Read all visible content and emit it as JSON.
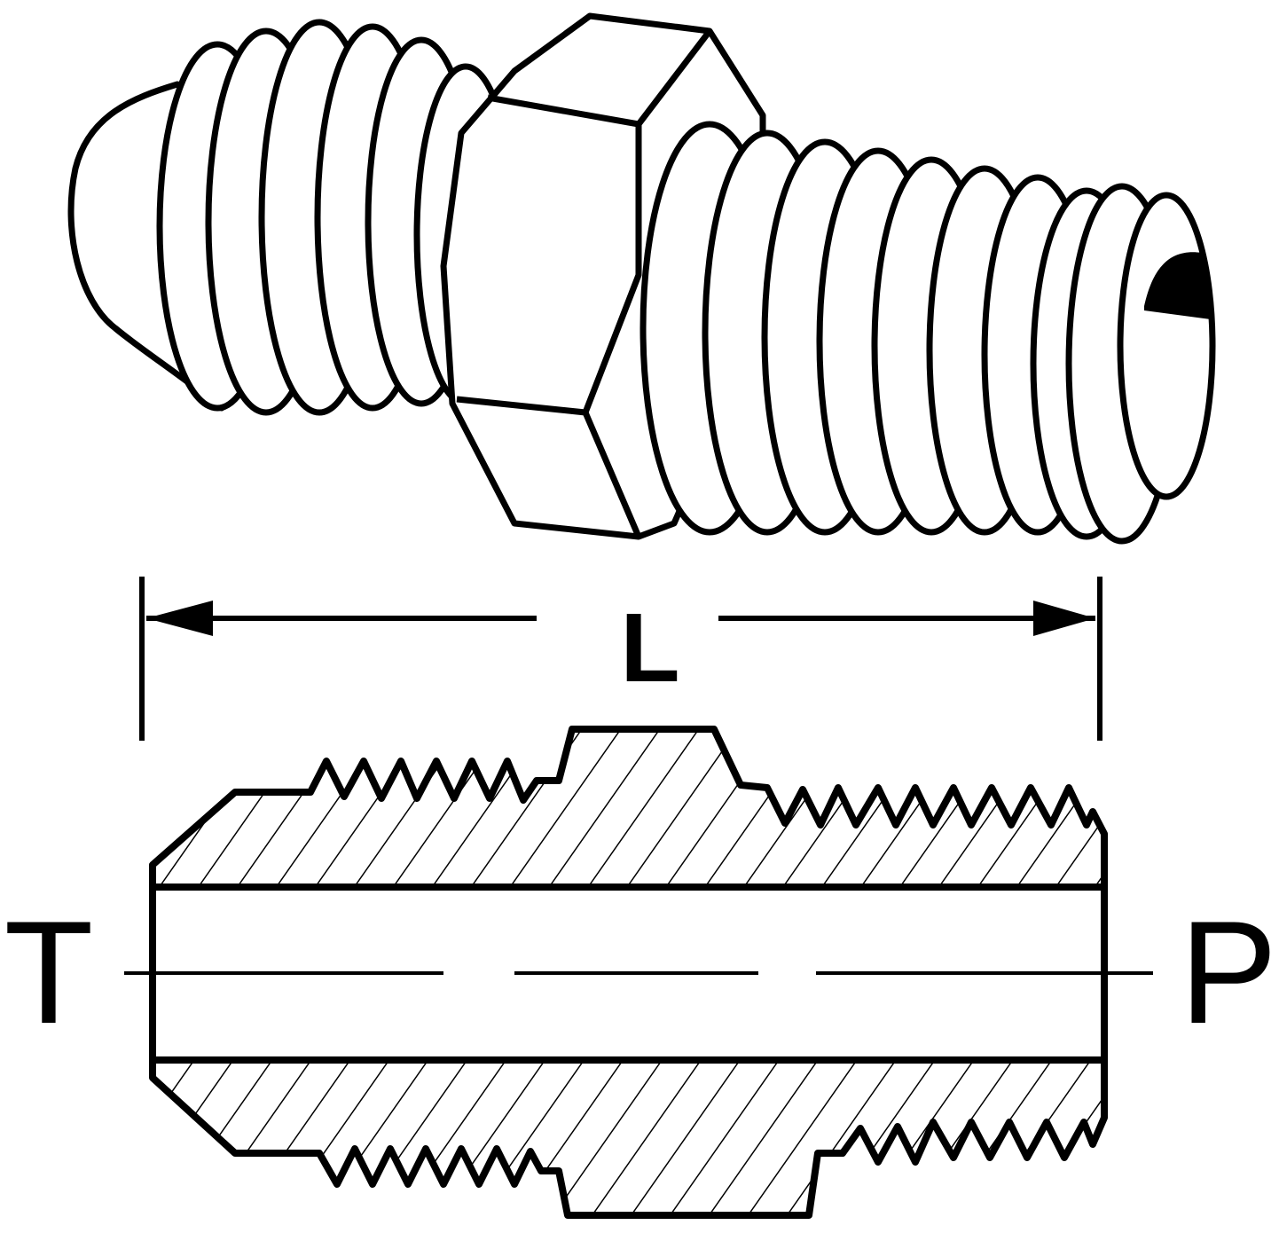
{
  "diagram": {
    "type": "technical-drawing",
    "subject": "Straight male adapter fitting (flare to pipe thread)",
    "colors": {
      "ink": "#000000",
      "background": "#ffffff"
    },
    "dimension": {
      "label": "L"
    },
    "section_view": {
      "left_end_label": "T",
      "right_end_label": "P"
    }
  }
}
